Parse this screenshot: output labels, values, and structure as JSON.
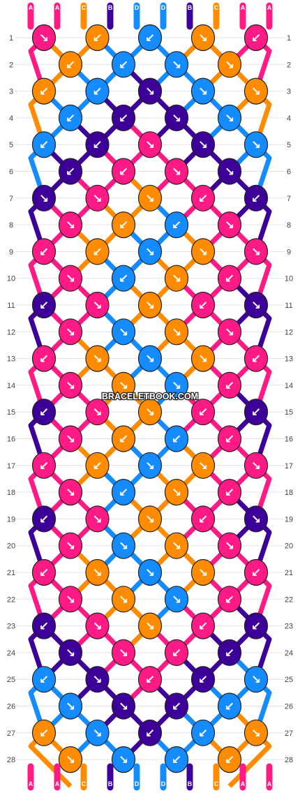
{
  "watermark": "BRACELETBOOK.COM",
  "colors": {
    "A": "#ff1a85",
    "B": "#3d0099",
    "C": "#ff8c00",
    "D": "#148cff"
  },
  "strands": {
    "top": [
      "A",
      "A",
      "C",
      "B",
      "D",
      "D",
      "B",
      "C",
      "A",
      "A"
    ],
    "bottom": [
      "A",
      "A",
      "C",
      "B",
      "D",
      "D",
      "B",
      "C",
      "A",
      "A"
    ]
  },
  "rows": {
    "left": [
      "1",
      "2",
      "3",
      "4",
      "5",
      "6",
      "7",
      "8",
      "9",
      "10",
      "11",
      "12",
      "13",
      "14",
      "15",
      "16",
      "17",
      "18",
      "19",
      "20",
      "21",
      "22",
      "23",
      "24",
      "25",
      "26",
      "27",
      "28"
    ],
    "right": [
      "1",
      "2",
      "3",
      "4",
      "5",
      "6",
      "7",
      "8",
      "9",
      "10",
      "11",
      "12",
      "13",
      "14",
      "15",
      "16",
      "17",
      "18",
      "19",
      "20",
      "21",
      "22",
      "23",
      "24",
      "25",
      "26",
      "27",
      "28"
    ]
  },
  "knots": [
    {
      "row": 1,
      "items": [
        {
          "c": "A",
          "d": "↘"
        },
        {
          "c": "C",
          "d": "↙"
        },
        {
          "c": "D",
          "d": "↙"
        },
        {
          "c": "C",
          "d": "↘"
        },
        {
          "c": "A",
          "d": "↙"
        }
      ]
    },
    {
      "row": 2,
      "items": [
        {
          "c": "C",
          "d": "↙"
        },
        {
          "c": "D",
          "d": "↙"
        },
        {
          "c": "D",
          "d": "↘"
        },
        {
          "c": "C",
          "d": "↘"
        }
      ]
    },
    {
      "row": 3,
      "items": [
        {
          "c": "C",
          "d": "↙"
        },
        {
          "c": "D",
          "d": "↙"
        },
        {
          "c": "B",
          "d": "↘"
        },
        {
          "c": "D",
          "d": "↘"
        },
        {
          "c": "C",
          "d": "↘"
        }
      ]
    },
    {
      "row": 4,
      "items": [
        {
          "c": "D",
          "d": "↙"
        },
        {
          "c": "B",
          "d": "↙"
        },
        {
          "c": "B",
          "d": "↘"
        },
        {
          "c": "D",
          "d": "↘"
        }
      ]
    },
    {
      "row": 5,
      "items": [
        {
          "c": "D",
          "d": "↙"
        },
        {
          "c": "B",
          "d": "↙"
        },
        {
          "c": "A",
          "d": "↘"
        },
        {
          "c": "B",
          "d": "↘"
        },
        {
          "c": "D",
          "d": "↘"
        }
      ]
    },
    {
      "row": 6,
      "items": [
        {
          "c": "B",
          "d": "↙"
        },
        {
          "c": "A",
          "d": "↙"
        },
        {
          "c": "A",
          "d": "↘"
        },
        {
          "c": "B",
          "d": "↘"
        }
      ]
    },
    {
      "row": 7,
      "items": [
        {
          "c": "B",
          "d": "↘"
        },
        {
          "c": "A",
          "d": "↘"
        },
        {
          "c": "C",
          "d": "↘"
        },
        {
          "c": "A",
          "d": "↙"
        },
        {
          "c": "B",
          "d": "↙"
        }
      ]
    },
    {
      "row": 8,
      "items": [
        {
          "c": "A",
          "d": "↘"
        },
        {
          "c": "C",
          "d": "↙"
        },
        {
          "c": "D",
          "d": "↙"
        },
        {
          "c": "A",
          "d": "↘"
        }
      ]
    },
    {
      "row": 9,
      "items": [
        {
          "c": "A",
          "d": "↙"
        },
        {
          "c": "C",
          "d": "↙"
        },
        {
          "c": "D",
          "d": "↘"
        },
        {
          "c": "C",
          "d": "↘"
        },
        {
          "c": "A",
          "d": "↘"
        }
      ]
    },
    {
      "row": 10,
      "items": [
        {
          "c": "A",
          "d": "↘"
        },
        {
          "c": "D",
          "d": "↙"
        },
        {
          "c": "C",
          "d": "↘"
        },
        {
          "c": "A",
          "d": "↙"
        }
      ]
    },
    {
      "row": 11,
      "items": [
        {
          "c": "B",
          "d": "↙"
        },
        {
          "c": "A",
          "d": "↘"
        },
        {
          "c": "C",
          "d": "↘"
        },
        {
          "c": "A",
          "d": "↙"
        },
        {
          "c": "B",
          "d": "↘"
        }
      ]
    },
    {
      "row": 12,
      "items": [
        {
          "c": "A",
          "d": "↘"
        },
        {
          "c": "D",
          "d": "↘"
        },
        {
          "c": "C",
          "d": "↘"
        },
        {
          "c": "A",
          "d": "↘"
        }
      ]
    },
    {
      "row": 13,
      "items": [
        {
          "c": "A",
          "d": "↙"
        },
        {
          "c": "C",
          "d": "↘"
        },
        {
          "c": "D",
          "d": "↘"
        },
        {
          "c": "C",
          "d": "↘"
        },
        {
          "c": "A",
          "d": "↙"
        }
      ]
    },
    {
      "row": 14,
      "items": [
        {
          "c": "A",
          "d": "↘"
        },
        {
          "c": "C",
          "d": "↘"
        },
        {
          "c": "D",
          "d": "↘"
        },
        {
          "c": "A",
          "d": "↙"
        }
      ]
    },
    {
      "row": 15,
      "items": [
        {
          "c": "B",
          "d": "↙"
        },
        {
          "c": "A",
          "d": "↘"
        },
        {
          "c": "C",
          "d": "↘"
        },
        {
          "c": "A",
          "d": "↙"
        },
        {
          "c": "B",
          "d": "↙"
        }
      ]
    },
    {
      "row": 16,
      "items": [
        {
          "c": "A",
          "d": "↘"
        },
        {
          "c": "C",
          "d": "↙"
        },
        {
          "c": "D",
          "d": "↙"
        },
        {
          "c": "A",
          "d": "↙"
        }
      ]
    },
    {
      "row": 17,
      "items": [
        {
          "c": "A",
          "d": "↙"
        },
        {
          "c": "C",
          "d": "↙"
        },
        {
          "c": "D",
          "d": "↘"
        },
        {
          "c": "C",
          "d": "↘"
        },
        {
          "c": "A",
          "d": "↘"
        }
      ]
    },
    {
      "row": 18,
      "items": [
        {
          "c": "A",
          "d": "↘"
        },
        {
          "c": "D",
          "d": "↙"
        },
        {
          "c": "C",
          "d": "↘"
        },
        {
          "c": "A",
          "d": "↙"
        }
      ]
    },
    {
      "row": 19,
      "items": [
        {
          "c": "B",
          "d": "↙"
        },
        {
          "c": "A",
          "d": "↘"
        },
        {
          "c": "C",
          "d": "↘"
        },
        {
          "c": "A",
          "d": "↙"
        },
        {
          "c": "B",
          "d": "↘"
        }
      ]
    },
    {
      "row": 20,
      "items": [
        {
          "c": "A",
          "d": "↘"
        },
        {
          "c": "D",
          "d": "↘"
        },
        {
          "c": "C",
          "d": "↘"
        },
        {
          "c": "A",
          "d": "↘"
        }
      ]
    },
    {
      "row": 21,
      "items": [
        {
          "c": "A",
          "d": "↙"
        },
        {
          "c": "C",
          "d": "↘"
        },
        {
          "c": "D",
          "d": "↘"
        },
        {
          "c": "C",
          "d": "↘"
        },
        {
          "c": "A",
          "d": "↙"
        }
      ]
    },
    {
      "row": 22,
      "items": [
        {
          "c": "A",
          "d": "↘"
        },
        {
          "c": "C",
          "d": "↘"
        },
        {
          "c": "D",
          "d": "↘"
        },
        {
          "c": "A",
          "d": "↙"
        }
      ]
    },
    {
      "row": 23,
      "items": [
        {
          "c": "B",
          "d": "↙"
        },
        {
          "c": "A",
          "d": "↘"
        },
        {
          "c": "C",
          "d": "↘"
        },
        {
          "c": "A",
          "d": "↙"
        },
        {
          "c": "B",
          "d": "↙"
        }
      ]
    },
    {
      "row": 24,
      "items": [
        {
          "c": "B",
          "d": "↘"
        },
        {
          "c": "A",
          "d": "↘"
        },
        {
          "c": "A",
          "d": "↙"
        },
        {
          "c": "B",
          "d": "↙"
        }
      ]
    },
    {
      "row": 25,
      "items": [
        {
          "c": "D",
          "d": "↙"
        },
        {
          "c": "B",
          "d": "↘"
        },
        {
          "c": "A",
          "d": "↙"
        },
        {
          "c": "B",
          "d": "↙"
        },
        {
          "c": "D",
          "d": "↘"
        }
      ]
    },
    {
      "row": 26,
      "items": [
        {
          "c": "D",
          "d": "↘"
        },
        {
          "c": "B",
          "d": "↘"
        },
        {
          "c": "B",
          "d": "↙"
        },
        {
          "c": "D",
          "d": "↙"
        }
      ]
    },
    {
      "row": 27,
      "items": [
        {
          "c": "C",
          "d": "↙"
        },
        {
          "c": "D",
          "d": "↘"
        },
        {
          "c": "B",
          "d": "↙"
        },
        {
          "c": "D",
          "d": "↙"
        },
        {
          "c": "C",
          "d": "↘"
        }
      ]
    },
    {
      "row": 28,
      "items": [
        {
          "c": "C",
          "d": "↘"
        },
        {
          "c": "D",
          "d": "↘"
        },
        {
          "c": "D",
          "d": "↙"
        },
        {
          "c": "C",
          "d": "↙"
        }
      ]
    }
  ]
}
